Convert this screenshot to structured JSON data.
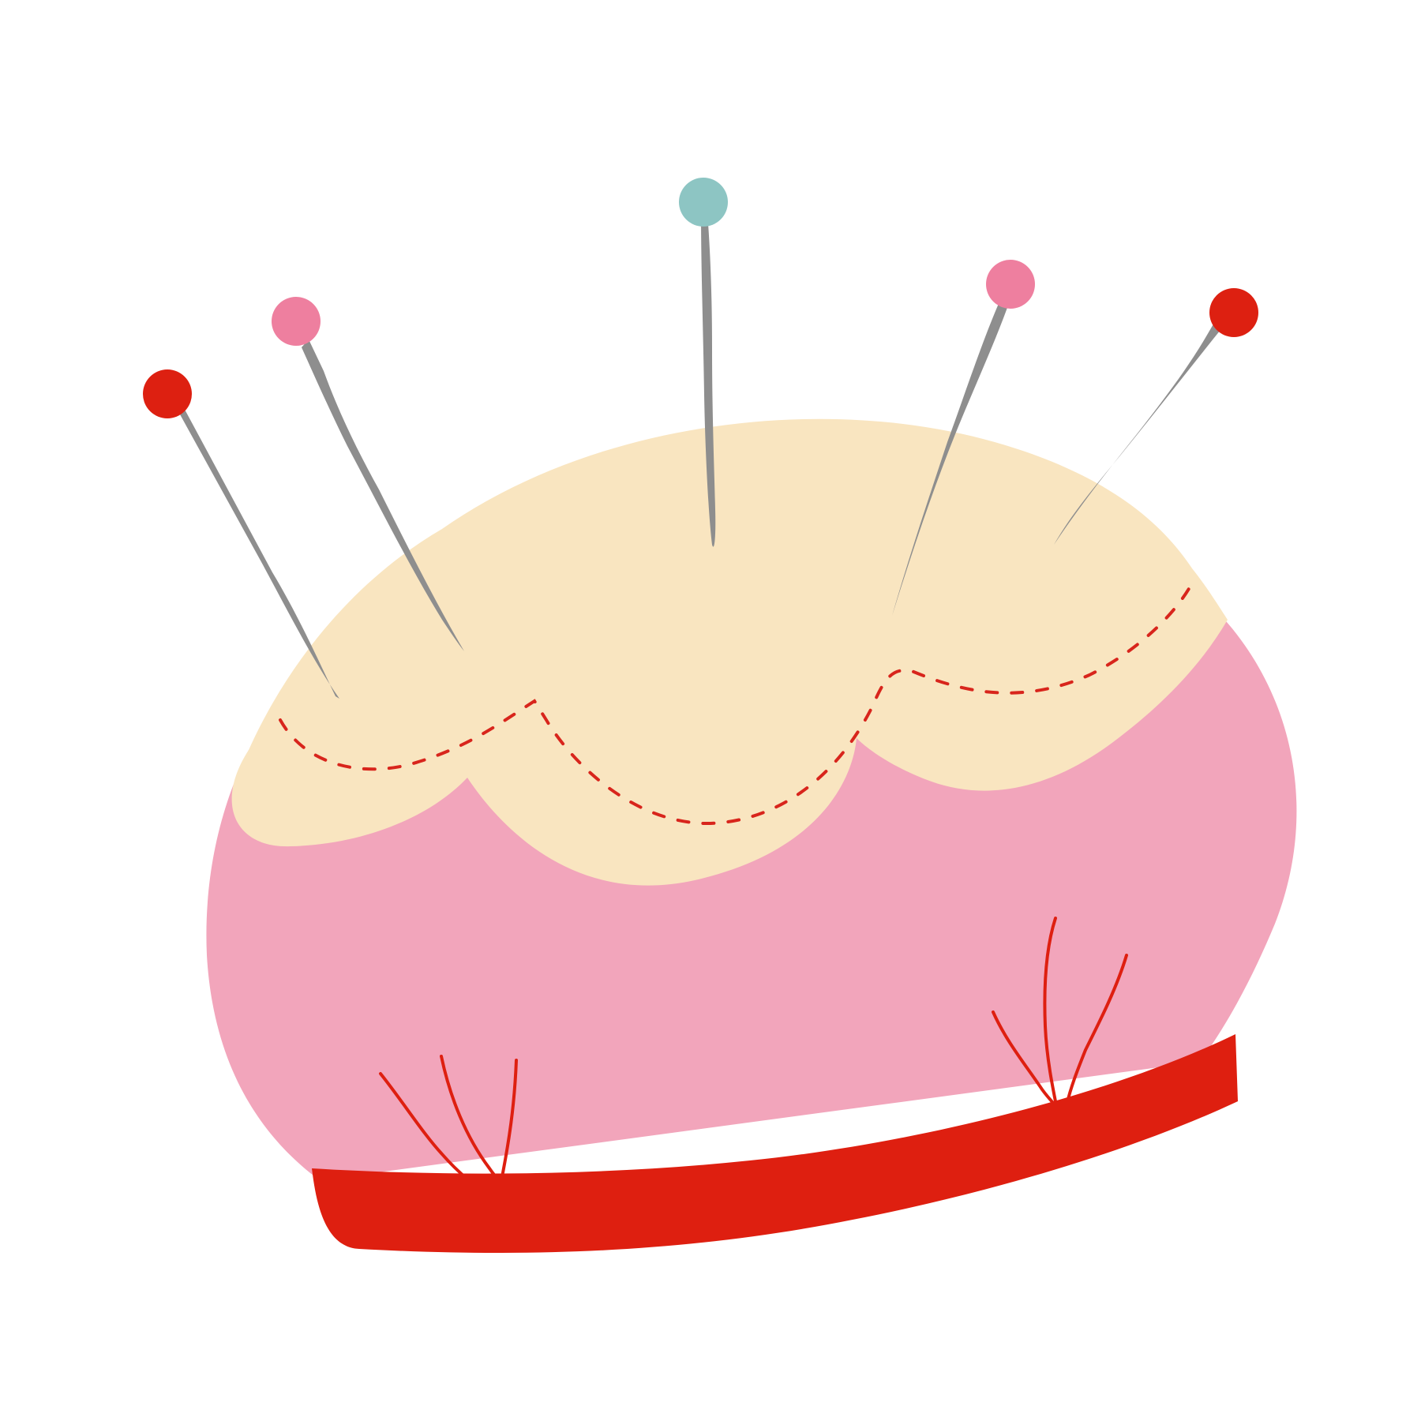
{
  "colors": {
    "background": "#ffffff",
    "cushion_pink": "#f2a5bb",
    "top_cream": "#f9e5c0",
    "band_red": "#de1f10",
    "pin_grey": "#8e8e8e",
    "stitch_red": "#d8251c",
    "head_red": "#dd2011",
    "head_pink": "#ee7f9f",
    "head_teal": "#8dc5c3"
  },
  "illustration": {
    "subject": "pincushion-with-pins",
    "pins": [
      {
        "id": "pin-1",
        "head_color": "red"
      },
      {
        "id": "pin-2",
        "head_color": "pink"
      },
      {
        "id": "pin-3",
        "head_color": "teal"
      },
      {
        "id": "pin-4",
        "head_color": "pink"
      },
      {
        "id": "pin-5",
        "head_color": "red"
      }
    ]
  }
}
